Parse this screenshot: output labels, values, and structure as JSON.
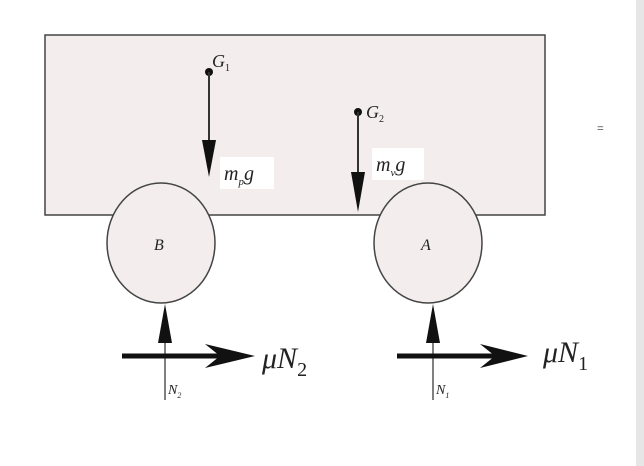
{
  "diagram": {
    "points": {
      "g1": "G",
      "g1_sub": "1",
      "g2": "G",
      "g2_sub": "2"
    },
    "forces": {
      "mpg": {
        "m": "m",
        "sub": "p",
        "g": "g"
      },
      "mvg": {
        "m": "m",
        "sub": "v",
        "g": "g"
      },
      "n2": {
        "n": "N",
        "sub": "2"
      },
      "n1": {
        "n": "N",
        "sub": "1"
      },
      "friction2": {
        "mu": "μN",
        "sub": "2"
      },
      "friction1": {
        "mu": "μN",
        "sub": "1"
      }
    },
    "wheels": {
      "b": "B",
      "a": "A"
    },
    "side_mark": "="
  },
  "colors": {
    "body_fill": "#f3eded",
    "stroke": "#333333",
    "arrow": "#111111"
  }
}
